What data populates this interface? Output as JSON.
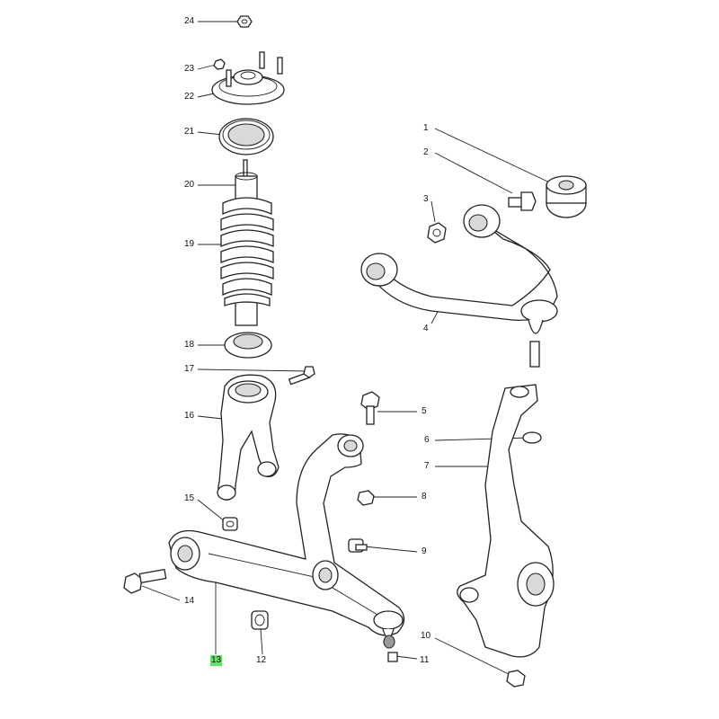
{
  "callouts": [
    {
      "id": "24",
      "text": "24",
      "highlighted": false
    },
    {
      "id": "23",
      "text": "23",
      "highlighted": false
    },
    {
      "id": "22",
      "text": "22",
      "highlighted": false
    },
    {
      "id": "21",
      "text": "21",
      "highlighted": false
    },
    {
      "id": "20",
      "text": "20",
      "highlighted": false
    },
    {
      "id": "19",
      "text": "19",
      "highlighted": false
    },
    {
      "id": "18",
      "text": "18",
      "highlighted": false
    },
    {
      "id": "17",
      "text": "17",
      "highlighted": false
    },
    {
      "id": "16",
      "text": "16",
      "highlighted": false
    },
    {
      "id": "15",
      "text": "15",
      "highlighted": false
    },
    {
      "id": "14",
      "text": "14",
      "highlighted": false
    },
    {
      "id": "13",
      "text": "13",
      "highlighted": true
    },
    {
      "id": "12",
      "text": "12",
      "highlighted": false
    },
    {
      "id": "11",
      "text": "11",
      "highlighted": false
    },
    {
      "id": "10",
      "text": "10",
      "highlighted": false
    },
    {
      "id": "9",
      "text": "9",
      "highlighted": false
    },
    {
      "id": "8",
      "text": "8",
      "highlighted": false
    },
    {
      "id": "7",
      "text": "7",
      "highlighted": false
    },
    {
      "id": "6",
      "text": "6",
      "highlighted": false
    },
    {
      "id": "5",
      "text": "5",
      "highlighted": false
    },
    {
      "id": "4",
      "text": "4",
      "highlighted": false
    },
    {
      "id": "3",
      "text": "3",
      "highlighted": false
    },
    {
      "id": "2",
      "text": "2",
      "highlighted": false
    },
    {
      "id": "1",
      "text": "1",
      "highlighted": false
    }
  ],
  "colors": {
    "highlight": "#66e066",
    "line": "#222222",
    "background": "#ffffff"
  }
}
